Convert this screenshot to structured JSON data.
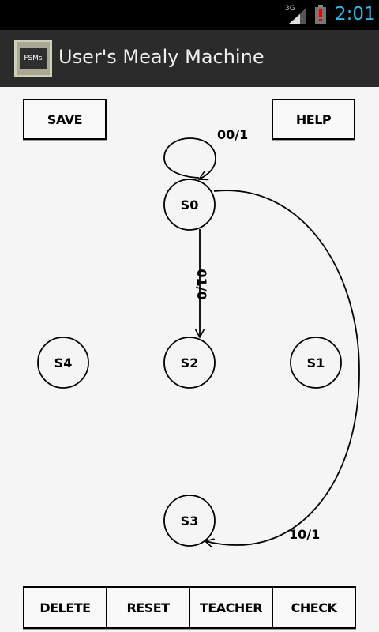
{
  "status_bar": {
    "network": "3G",
    "time": "2:01",
    "icons": [
      "signal-icon",
      "battery-alert-icon"
    ]
  },
  "action_bar": {
    "app_icon_label": "FSMs",
    "title": "User's Mealy Machine"
  },
  "toolbar": {
    "save_label": "SAVE",
    "help_label": "HELP"
  },
  "states": [
    {
      "label": "S0"
    },
    {
      "label": "S4"
    },
    {
      "label": "S2"
    },
    {
      "label": "S1"
    },
    {
      "label": "S3"
    }
  ],
  "transitions": [
    {
      "from": "S0",
      "to": "S0",
      "label": "00/1"
    },
    {
      "from": "S0",
      "to": "S2",
      "label": "01/0"
    },
    {
      "from": "S0",
      "to": "S3",
      "label": "10/1"
    }
  ],
  "bottom_bar": {
    "delete_label": "DELETE",
    "reset_label": "RESET",
    "teacher_label": "TEACHER",
    "check_label": "CHECK"
  }
}
